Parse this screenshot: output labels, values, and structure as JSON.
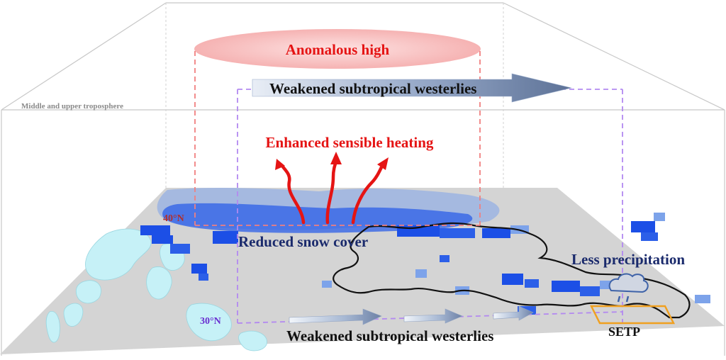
{
  "labels": {
    "layer": "Middle and upper troposphere",
    "anomalous_high": "Anomalous high",
    "westerlies_upper": "Weakened subtropical westerlies",
    "sensible_heating": "Enhanced sensible heating",
    "snow_cover": "Reduced snow cover",
    "precipitation": "Less precipitation",
    "westerlies_lower": "Weakened subtropical westerlies",
    "region": "SETP",
    "lat_40": "40°N",
    "lat_30": "30°N"
  },
  "colors": {
    "map_ground": "#d4d4d4",
    "water": "#c6f1f7",
    "snow_dark": "#1c4fe6",
    "snow_light": "#7da3ea",
    "high_fill": "#f6b8b8",
    "high_dash": "#f08080",
    "westerly_dash": "#b389f0",
    "heating": "#e51414",
    "text_dark": "#1a2a6c",
    "lat40": "#b03030",
    "lat30": "#6a2fd0",
    "box": "#f0a020"
  }
}
